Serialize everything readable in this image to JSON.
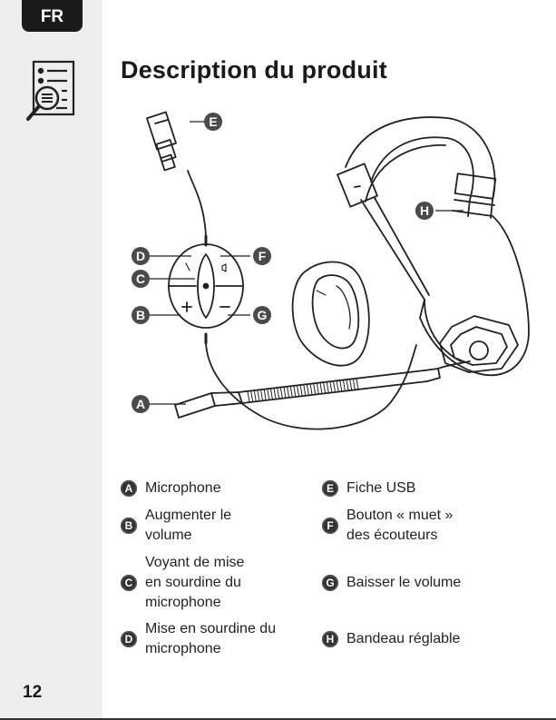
{
  "sidebar": {
    "language": "FR",
    "page_number": "12",
    "icon": "document-search-icon"
  },
  "page": {
    "title": "Description du produit"
  },
  "callouts": [
    "A",
    "B",
    "C",
    "D",
    "E",
    "F",
    "G",
    "H"
  ],
  "legend": {
    "A": {
      "letter": "A",
      "label": "Microphone"
    },
    "B": {
      "letter": "B",
      "label": "Augmenter le\nvolume"
    },
    "C": {
      "letter": "C",
      "label": "Voyant de mise\nen sourdine du\nmicrophone"
    },
    "D": {
      "letter": "D",
      "label": "Mise en sourdine du\nmicrophone"
    },
    "E": {
      "letter": "E",
      "label": "Fiche USB"
    },
    "F": {
      "letter": "F",
      "label": "Bouton « muet »\ndes écouteurs"
    },
    "G": {
      "letter": "G",
      "label": "Baisser le volume"
    },
    "H": {
      "letter": "H",
      "label": "Bandeau réglable"
    }
  },
  "colors": {
    "sidebar_bg": "#eeeeee",
    "tab_bg": "#1a1a1a",
    "badge": "#333333",
    "line_art": "#222222"
  }
}
